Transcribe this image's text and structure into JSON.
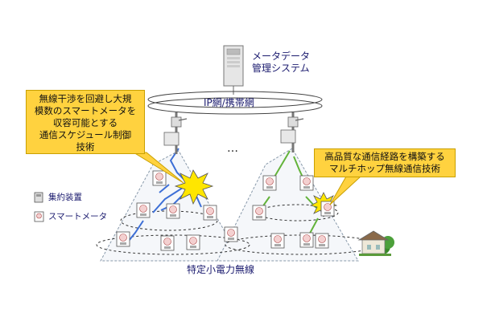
{
  "system": {
    "line1": "メータデータ",
    "line2": "管理システム"
  },
  "network": {
    "label": "IP網/携帯網",
    "ellipsis": "…"
  },
  "callout_left": {
    "lines": [
      "無線干渉を回避し大規",
      "模数のスマートメータを",
      "収容可能とする",
      "通信スケジュール制御",
      "技術"
    ]
  },
  "callout_right": {
    "lines": [
      "高品質な通信経路を構築する",
      "マルチホップ無線通信技術"
    ]
  },
  "legend": {
    "concentrator": "集約装置",
    "meter": "スマートメータ"
  },
  "bottom_label": "特定小電力無線",
  "colors": {
    "callout_bg": "#ffd23f",
    "text": "#1a1a6e",
    "zone_border": "#8899aa",
    "link_blue": "#3d6fd6",
    "link_green": "#63b33a"
  }
}
